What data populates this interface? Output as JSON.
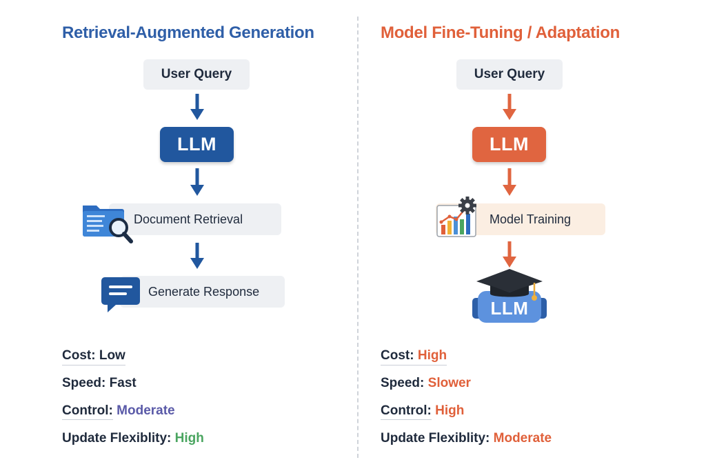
{
  "left": {
    "title": "Retrieval-Augmented Generation",
    "query": "User Query",
    "llm": "LLM",
    "retrieval": "Document Retrieval",
    "response": "Generate Response",
    "metrics": [
      {
        "label": "Cost:",
        "value": "Low",
        "color": "#1f2a3c"
      },
      {
        "label": "Speed:",
        "value": "Fast",
        "color": "#1f2a3c"
      },
      {
        "label": "Control:",
        "value": "Moderate",
        "color": "#5a5aa8"
      },
      {
        "label": "Update Flexiblity:",
        "value": "High",
        "color": "#4aa560"
      }
    ]
  },
  "right": {
    "title": "Model Fine-Tuning / Adaptation",
    "query": "User Query",
    "llm": "LLM",
    "training": "Model Training",
    "model_llm": "LLM",
    "metrics": [
      {
        "label": "Cost:",
        "value": "High",
        "color": "#e0603a"
      },
      {
        "label": "Speed:",
        "value": "Slower",
        "color": "#e0603a"
      },
      {
        "label": "Control:",
        "value": "High",
        "color": "#e0603a"
      },
      {
        "label": "Update Flexiblity:",
        "value": "Moderate",
        "color": "#e0603a"
      }
    ]
  },
  "colors": {
    "blue": "#21579e",
    "orange": "#e06540"
  },
  "icons": {
    "retrieval": "folder-search-icon",
    "response": "chat-bubble-icon",
    "training": "chart-gear-icon",
    "model": "graduation-cap-llm-icon"
  }
}
